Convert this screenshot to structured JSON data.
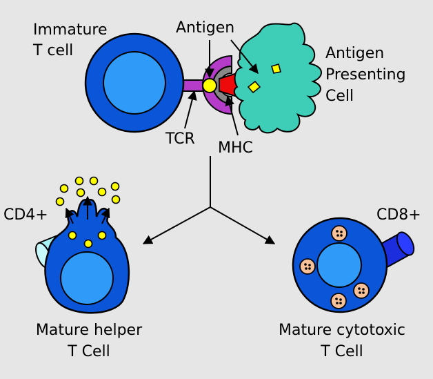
{
  "labels": {
    "immature_line1": "Immature",
    "immature_line2": "T cell",
    "antigen": "Antigen",
    "apc_line1": "Antigen",
    "apc_line2": "Presenting",
    "apc_line3": "Cell",
    "tcr": "TCR",
    "mhc": "MHC",
    "cd4": "CD4+",
    "cd8": "CD8+",
    "helper_line1": "Mature helper",
    "helper_line2": "T Cell",
    "cytotoxic_line1": "Mature cytotoxic",
    "cytotoxic_line2": "T Cell"
  },
  "colors": {
    "background": "#e6e6e6",
    "cell_membrane": "#0a55d8",
    "cell_nucleus": "#2f9af7",
    "tcr_receptor": "#b43cc8",
    "mhc_inner": "#888888",
    "mhc": "#ee0a0a",
    "apc": "#3ecdb6",
    "antigen": "#ffff00",
    "cd4": "#a6f3f6",
    "cd8": "#1b2ddc",
    "granule": "#f7c29a"
  }
}
